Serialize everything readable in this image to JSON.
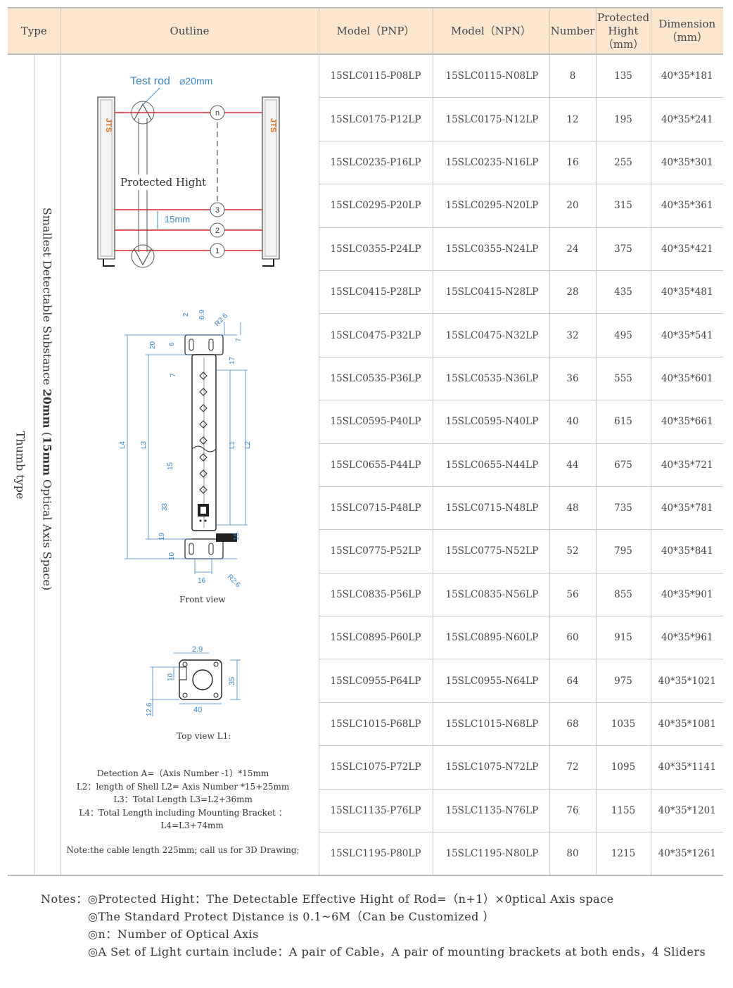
{
  "table": {
    "headers": {
      "type": "Type",
      "outline": "Outline",
      "model_pnp": "Model（PNP）",
      "model_npn": "Model（NPN）",
      "number": "Number",
      "protected_hight_1": "Protected",
      "protected_hight_2": "Hight",
      "protected_hight_3": "（mm）",
      "dimension_1": "Dimension",
      "dimension_2": "（mm）"
    },
    "type_label": "Thumb type",
    "substance_label_pre": "Smallest Detectable Substance ",
    "substance_label_bold1": "20mm",
    "substance_label_mid": " (",
    "substance_label_bold2": "15mm",
    "substance_label_post": " Optical Axis Space)",
    "rows": [
      {
        "pnp": "15SLC0115-P08LP",
        "npn": "15SLC0115-N08LP",
        "number": "8",
        "hight": "135",
        "dim": "40*35*181"
      },
      {
        "pnp": "15SLC0175-P12LP",
        "npn": "15SLC0175-N12LP",
        "number": "12",
        "hight": "195",
        "dim": "40*35*241"
      },
      {
        "pnp": "15SLC0235-P16LP",
        "npn": "15SLC0235-N16LP",
        "number": "16",
        "hight": "255",
        "dim": "40*35*301"
      },
      {
        "pnp": "15SLC0295-P20LP",
        "npn": "15SLC0295-N20LP",
        "number": "20",
        "hight": "315",
        "dim": "40*35*361"
      },
      {
        "pnp": "15SLC0355-P24LP",
        "npn": "15SLC0355-N24LP",
        "number": "24",
        "hight": "375",
        "dim": "40*35*421"
      },
      {
        "pnp": "15SLC0415-P28LP",
        "npn": "15SLC0415-N28LP",
        "number": "28",
        "hight": "435",
        "dim": "40*35*481"
      },
      {
        "pnp": "15SLC0475-P32LP",
        "npn": "15SLC0475-N32LP",
        "number": "32",
        "hight": "495",
        "dim": "40*35*541"
      },
      {
        "pnp": "15SLC0535-P36LP",
        "npn": "15SLC0535-N36LP",
        "number": "36",
        "hight": "555",
        "dim": "40*35*601"
      },
      {
        "pnp": "15SLC0595-P40LP",
        "npn": "15SLC0595-N40LP",
        "number": "40",
        "hight": "615",
        "dim": "40*35*661"
      },
      {
        "pnp": "15SLC0655-P44LP",
        "npn": "15SLC0655-N44LP",
        "number": "44",
        "hight": "675",
        "dim": "40*35*721"
      },
      {
        "pnp": "15SLC0715-P48LP",
        "npn": "15SLC0715-N48LP",
        "number": "48",
        "hight": "735",
        "dim": "40*35*781"
      },
      {
        "pnp": "15SLC0775-P52LP",
        "npn": "15SLC0775-N52LP",
        "number": "52",
        "hight": "795",
        "dim": "40*35*841"
      },
      {
        "pnp": "15SLC0835-P56LP",
        "npn": "15SLC0835-N56LP",
        "number": "56",
        "hight": "855",
        "dim": "40*35*901"
      },
      {
        "pnp": "15SLC0895-P60LP",
        "npn": "15SLC0895-N60LP",
        "number": "60",
        "hight": "915",
        "dim": "40*35*961"
      },
      {
        "pnp": "15SLC0955-P64LP",
        "npn": "15SLC0955-N64LP",
        "number": "64",
        "hight": "975",
        "dim": "40*35*1021"
      },
      {
        "pnp": "15SLC1015-P68LP",
        "npn": "15SLC1015-N68LP",
        "number": "68",
        "hight": "1035",
        "dim": "40*35*1081"
      },
      {
        "pnp": "15SLC1075-P72LP",
        "npn": "15SLC1075-N72LP",
        "number": "72",
        "hight": "1095",
        "dim": "40*35*1141"
      },
      {
        "pnp": "15SLC1135-P76LP",
        "npn": "15SLC1135-N76LP",
        "number": "76",
        "hight": "1155",
        "dim": "40*35*1201"
      },
      {
        "pnp": "15SLC1195-P80LP",
        "npn": "15SLC1195-N80LP",
        "number": "80",
        "hight": "1215",
        "dim": "40*35*1261"
      }
    ]
  },
  "diagram": {
    "test_rod": "Test rod",
    "test_rod_dia": "⌀20mm",
    "protected_hight": "Protected Hight",
    "spacing": "15mm",
    "beam_n": "n",
    "beam_3": "3",
    "beam_2": "2",
    "beam_1": "1",
    "front_view": "Front view",
    "top_view": "Top view  L1:",
    "dims": {
      "d2": "2",
      "d69": "6.9",
      "dR26a": "R2.6",
      "d20": "20",
      "d6": "6",
      "d7a": "7",
      "d17": "17",
      "d7b": "7",
      "dL4": "L4",
      "dL3": "L3",
      "dL1": "L1",
      "dL2": "L2",
      "d15": "15",
      "d33": "33",
      "d19": "19",
      "d16a": "16",
      "d10": "10",
      "d16b": "16",
      "dR26b": "R2.6",
      "t29": "2.9",
      "t10": "10",
      "t35": "35",
      "t126": "12.6",
      "t40": "40"
    },
    "brand_logo": "JTS"
  },
  "definitions": {
    "line1": "Detection A=（Axis Number -1）*15mm",
    "line2": "L2：length of Shell  L2= Axis Number *15+25mm",
    "line3": "L3：Total Length L3=L2+36mm",
    "line4": "L4：Total Length including Mounting Bracket ：",
    "line5": "L4=L3+74mm",
    "line6": "Note:the cable length 225mm; call us for 3D Drawing;"
  },
  "notes": {
    "label": "Notes：",
    "n1": "◎Protected Hight：The Detectable Effective Hight of Rod=（n+1）×0ptical Axis space",
    "n2": "◎The Standard Protect Distance is 0.1~6M（Can be Customized ）",
    "n3": "◎n：Number of Optical Axis",
    "n4": "◎A Set of Light curtain include：A pair of Cable，A pair of mounting brackets at both ends，4 Sliders"
  },
  "colors": {
    "header_bg": "#fbe7cf",
    "beam_red": "#d8232a",
    "dim_blue": "#3a86c6",
    "logo_orange": "#e0701e"
  }
}
